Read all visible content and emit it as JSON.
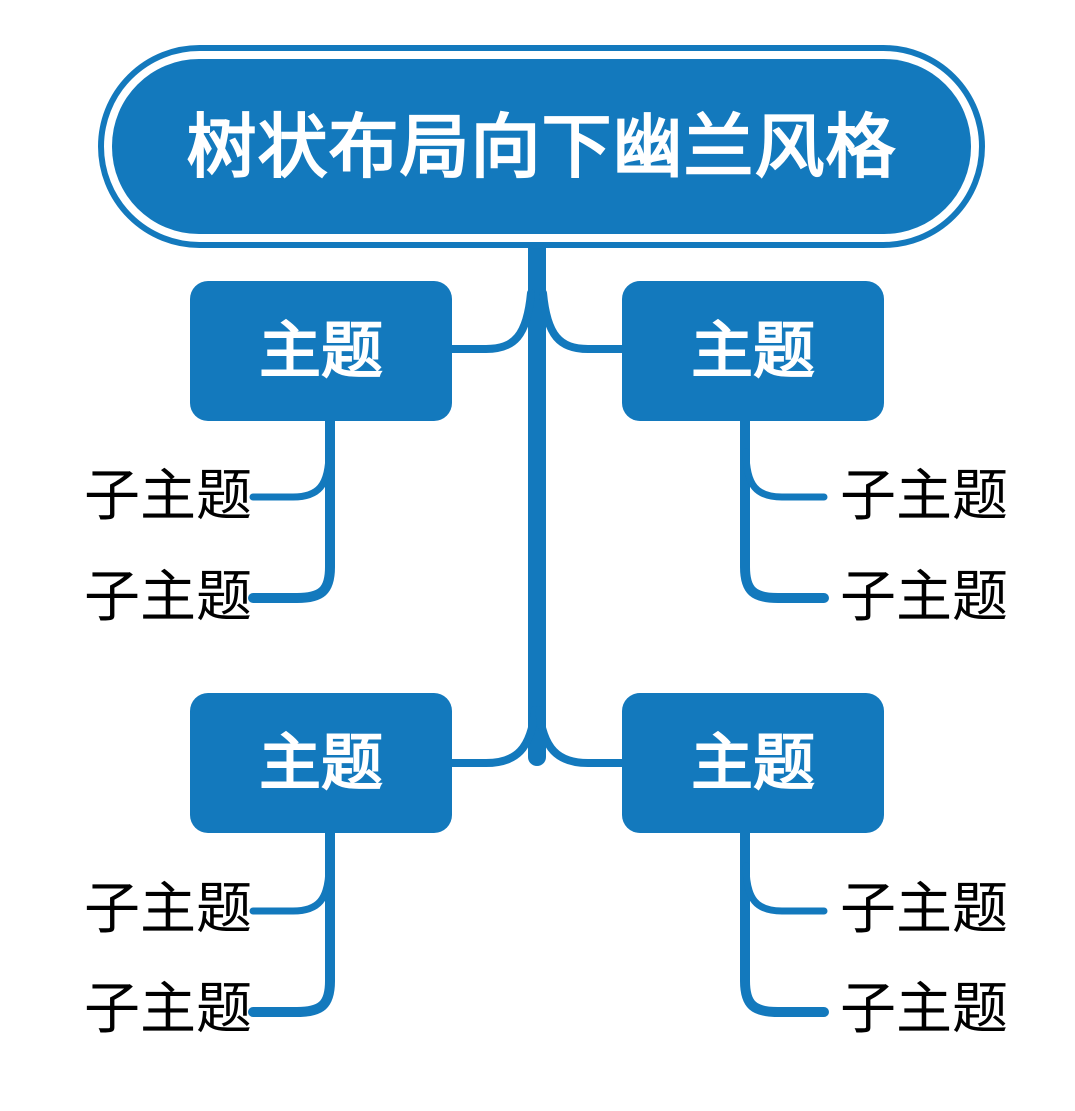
{
  "colors": {
    "accent": "#1379BD",
    "node_text": "#FFFFFF",
    "subtopic_text": "#000000",
    "background": "#FFFFFF"
  },
  "root": {
    "label": "树状布局向下幽兰风格"
  },
  "topics": [
    {
      "label": "主题"
    },
    {
      "label": "主题"
    },
    {
      "label": "主题"
    },
    {
      "label": "主题"
    }
  ],
  "subtopics": [
    {
      "label": "子主题"
    },
    {
      "label": "子主题"
    },
    {
      "label": "子主题"
    },
    {
      "label": "子主题"
    },
    {
      "label": "子主题"
    },
    {
      "label": "子主题"
    },
    {
      "label": "子主题"
    },
    {
      "label": "子主题"
    }
  ]
}
